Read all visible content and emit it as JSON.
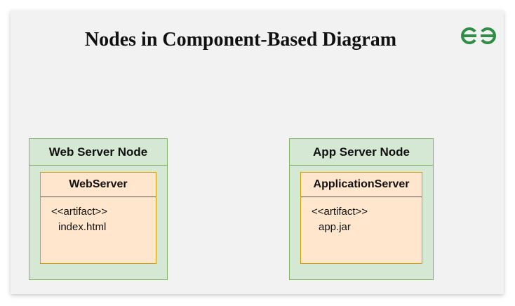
{
  "title": "Nodes in Component-Based Diagram",
  "logo": {
    "icon": "geeksforgeeks-logo-icon",
    "color": "#2f8d46"
  },
  "nodes": [
    {
      "label": "Web Server Node",
      "component": {
        "name": "WebServer",
        "stereotype": "<<artifact>>",
        "artifact": "index.html"
      }
    },
    {
      "label": "App Server Node",
      "component": {
        "name": "ApplicationServer",
        "stereotype": "<<artifact>>",
        "artifact": "app.jar"
      }
    }
  ],
  "colors": {
    "background": "#f2f2f2",
    "node_fill": "#d5e8d4",
    "node_border": "#82b366",
    "component_fill": "#ffe6cc",
    "component_border": "#d79b00"
  }
}
